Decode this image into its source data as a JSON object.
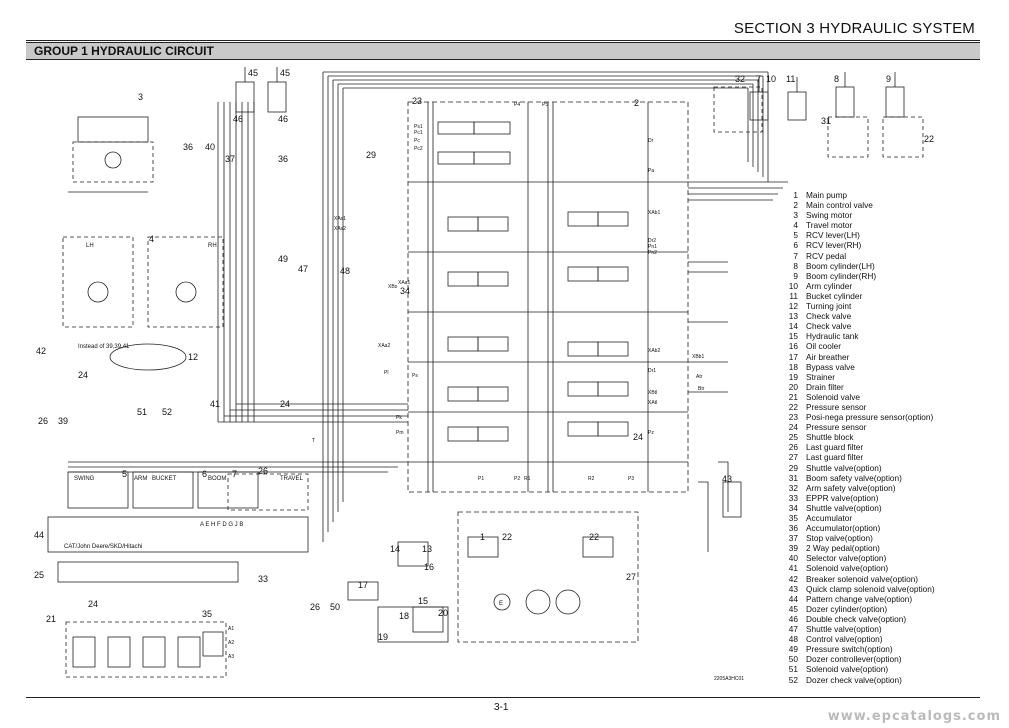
{
  "header": {
    "section_title": "SECTION 3  HYDRAULIC SYSTEM",
    "group_title": "GROUP  1  HYDRAULIC CIRCUIT"
  },
  "diagram": {
    "component_numbers": [
      "45",
      "45",
      "46",
      "46",
      "3",
      "36",
      "40",
      "37",
      "36",
      "23",
      "29",
      "2",
      "7",
      "10",
      "11",
      "8",
      "9",
      "32",
      "31",
      "22",
      "4",
      "49",
      "47",
      "48",
      "42",
      "24",
      "12",
      "26",
      "39",
      "51",
      "52",
      "41",
      "24",
      "5",
      "6",
      "7",
      "26",
      "44",
      "25",
      "33",
      "34",
      "24",
      "21",
      "35",
      "1",
      "22",
      "22",
      "14",
      "13",
      "16",
      "17",
      "15",
      "18",
      "20",
      "26",
      "50",
      "27",
      "24",
      "43",
      "19"
    ],
    "labels": {
      "lh": "LH",
      "rh": "RH",
      "swing": "SWING",
      "arm": "ARM",
      "bucket": "BUCKET",
      "boom": "BOOM",
      "travel": "TRAVEL",
      "option_note": "Instead of 39,39,41",
      "solenoid_code": "A E H F D G J B",
      "cat_label": "CAT/John Deere/SKD/Hitachi",
      "pump_e": "E"
    },
    "port_labels": [
      "Pa",
      "Ps",
      "P1",
      "P2",
      "P3",
      "R1",
      "R2",
      "Dr",
      "Dr1",
      "Dr2",
      "Pn1",
      "Pn2",
      "Pz",
      "XAs1",
      "XAs2",
      "XBs",
      "XAa1",
      "XAa2",
      "XBb1",
      "XAb1",
      "XAb2",
      "XAtl",
      "XBtl",
      "Atr",
      "Btr",
      "Pm",
      "Pk",
      "Pl",
      "Pc",
      "A1",
      "A2",
      "A3",
      "P4",
      "P5",
      "T",
      "Ps1",
      "Pc1",
      "Pc2"
    ],
    "drawing_code": "2205A3HC01"
  },
  "legend": [
    {
      "num": "1",
      "label": "Main pump"
    },
    {
      "num": "2",
      "label": "Main control valve"
    },
    {
      "num": "3",
      "label": "Swing motor"
    },
    {
      "num": "4",
      "label": "Travel motor"
    },
    {
      "num": "5",
      "label": "RCV lever(LH)"
    },
    {
      "num": "6",
      "label": "RCV lever(RH)"
    },
    {
      "num": "7",
      "label": "RCV pedal"
    },
    {
      "num": "8",
      "label": "Boom cylinder(LH)"
    },
    {
      "num": "9",
      "label": "Boom cylinder(RH)"
    },
    {
      "num": "10",
      "label": "Arm cylinder"
    },
    {
      "num": "11",
      "label": "Bucket cylinder"
    },
    {
      "num": "12",
      "label": "Turning joint"
    },
    {
      "num": "13",
      "label": "Check valve"
    },
    {
      "num": "14",
      "label": "Check valve"
    },
    {
      "num": "15",
      "label": "Hydraulic tank"
    },
    {
      "num": "16",
      "label": "Oil cooler"
    },
    {
      "num": "17",
      "label": "Air breather"
    },
    {
      "num": "18",
      "label": "Bypass valve"
    },
    {
      "num": "19",
      "label": "Strainer"
    },
    {
      "num": "20",
      "label": "Drain filter"
    },
    {
      "num": "21",
      "label": "Solenoid valve"
    },
    {
      "num": "22",
      "label": "Pressure sensor"
    },
    {
      "num": "23",
      "label": "Posi-nega pressure sensor(option)"
    },
    {
      "num": "24",
      "label": "Pressure sensor"
    },
    {
      "num": "25",
      "label": "Shuttle block"
    },
    {
      "num": "26",
      "label": "Last guard filter"
    },
    {
      "num": "27",
      "label": "Last guard filter"
    },
    {
      "num": "29",
      "label": "Shuttle valve(option)"
    },
    {
      "num": "31",
      "label": "Boom safety valve(option)"
    },
    {
      "num": "32",
      "label": "Arm safety valve(option)"
    },
    {
      "num": "33",
      "label": "EPPR valve(option)"
    },
    {
      "num": "34",
      "label": "Shuttle valve(option)"
    },
    {
      "num": "35",
      "label": "Accumulator"
    },
    {
      "num": "36",
      "label": "Accumulator(option)"
    },
    {
      "num": "37",
      "label": "Stop valve(option)"
    },
    {
      "num": "39",
      "label": "2 Way pedal(option)"
    },
    {
      "num": "40",
      "label": "Selector valve(option)"
    },
    {
      "num": "41",
      "label": "Solenoid valve(option)"
    },
    {
      "num": "42",
      "label": "Breaker solenoid valve(option)"
    },
    {
      "num": "43",
      "label": "Quick clamp solenoid valve(option)"
    },
    {
      "num": "44",
      "label": "Pattern change valve(option)"
    },
    {
      "num": "45",
      "label": "Dozer cylinder(option)"
    },
    {
      "num": "46",
      "label": "Double check valve(option)"
    },
    {
      "num": "47",
      "label": "Shuttle valve(option)"
    },
    {
      "num": "48",
      "label": "Control valve(option)"
    },
    {
      "num": "49",
      "label": "Pressure switch(option)"
    },
    {
      "num": "50",
      "label": "Dozer controllever(option)"
    },
    {
      "num": "51",
      "label": "Solenoid valve(option)"
    },
    {
      "num": "52",
      "label": "Dozer check valve(option)"
    }
  ],
  "footer": {
    "page_number": "3-1",
    "watermark": "www.epcatalogs.com"
  }
}
